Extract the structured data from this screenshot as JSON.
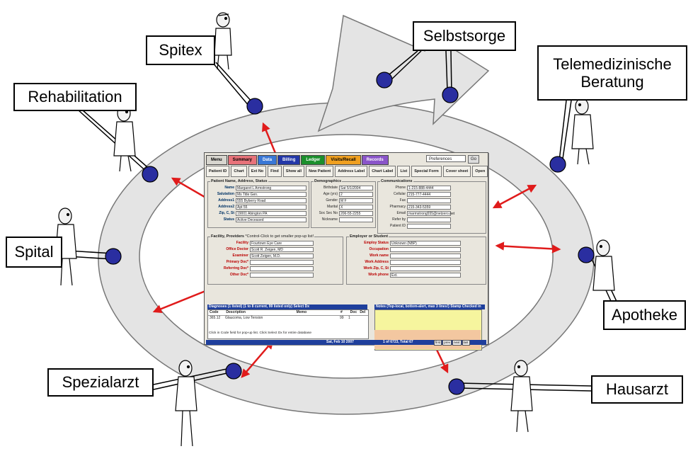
{
  "labels": {
    "spitex": "Spitex",
    "selbstsorge": "Selbstsorge",
    "telemed": "Telemedizinische\nBeratung",
    "rehabilitation": "Rehabilitation",
    "spital": "Spital",
    "apotheke": "Apotheke",
    "spezialarzt": "Spezialarzt",
    "hausarzt": "Hausarzt"
  },
  "colors": {
    "ring": "#e4e4e4",
    "node": "#2a2ea0",
    "arrow": "#e01b1b"
  },
  "app": {
    "tabs": [
      {
        "label": "Menu",
        "color": "#d8d6cf",
        "text": "#000"
      },
      {
        "label": "Summary",
        "color": "#e8737a",
        "text": "#000"
      },
      {
        "label": "Data",
        "color": "#3a78d6",
        "text": "#fff"
      },
      {
        "label": "Billing",
        "color": "#2438a8",
        "text": "#fff"
      },
      {
        "label": "Ledger",
        "color": "#1b8f2c",
        "text": "#fff"
      },
      {
        "label": "Visits/Recall",
        "color": "#f0a020",
        "text": "#000"
      },
      {
        "label": "Records",
        "color": "#8a55c9",
        "text": "#fff"
      }
    ],
    "preferences": "Preferences",
    "go": "Go",
    "toolbar": [
      "Patient ID",
      "Chart",
      "Ext No",
      "Find",
      "Show all",
      "New Patient",
      "Address Label",
      "Chart Label",
      "List",
      "Special Form",
      "Cover sheet",
      "Open"
    ],
    "sections": {
      "patient": "Patient Name, Address, Status",
      "demographics": "Demographics",
      "communications": "Communications",
      "facility": "Facility, Providers",
      "facility_note": "*Control-Click to get smaller pop-up list!",
      "employer": "Employer or Student"
    },
    "patient_fields": [
      {
        "label": "Name",
        "value": "Margaret   L  Armstrong"
      },
      {
        "label": "Salutation",
        "value": "Ms     Title       Gen."
      },
      {
        "label": "Address1",
        "value": "555 Byberry Road"
      },
      {
        "label": "Address2",
        "value": "Apt 55"
      },
      {
        "label": "Zip, C, St",
        "value": "19001   Abington   PA"
      },
      {
        "label": "Status",
        "value": "Active   Deceased"
      }
    ],
    "demo_fields": [
      {
        "label": "Birthdate",
        "value": "Sat 5/1/2004"
      },
      {
        "label": "Age (yrs)",
        "value": "2"
      },
      {
        "label": "Gender",
        "value": "M  F"
      },
      {
        "label": "Marital",
        "value": "X"
      },
      {
        "label": "Soc Sec No",
        "value": "206-55-2255"
      },
      {
        "label": "Nickname",
        "value": ""
      }
    ],
    "comm_fields": [
      {
        "label": "Phone",
        "value": "1-215-888-4444"
      },
      {
        "label": "Cellular",
        "value": "215-777-4444"
      },
      {
        "label": "Fax",
        "value": ""
      },
      {
        "label": "Pharmacy",
        "value": "215-343-5359"
      },
      {
        "label": "Email",
        "value": "marmstrong555@netzero.net"
      },
      {
        "label": "Refer by",
        "value": ""
      },
      {
        "label": "Patient ID",
        "value": ""
      }
    ],
    "provider_fields": [
      {
        "label": "Facility",
        "value": "Fourtown Eye Care"
      },
      {
        "label": "Office Doctor",
        "value": "Scott R. Zeigen, MD"
      },
      {
        "label": "Examiner",
        "value": "Scott Zeigen, M.D."
      },
      {
        "label": "Primary Doc*",
        "value": ""
      },
      {
        "label": "Referring Doc*",
        "value": ""
      },
      {
        "label": "Other Doc*",
        "value": ""
      }
    ],
    "employer_fields": [
      {
        "label": "Employ Status",
        "value": "Unknown (NBP)"
      },
      {
        "label": "Occupation",
        "value": ""
      },
      {
        "label": "Work name",
        "value": ""
      },
      {
        "label": "Work Address",
        "value": ""
      },
      {
        "label": "Work Zip, C, St",
        "value": ""
      },
      {
        "label": "Work phone",
        "value": "Ext."
      }
    ],
    "dx_header": "Diagnoses (1 listed)   (1 to 8 current, 99 listed only)      Select Dx",
    "dx_columns": [
      "Code",
      "Description",
      "Memo",
      "#",
      "Doc",
      "Del"
    ],
    "dx_row": {
      "code": "365.12",
      "desc": "Glaucoma, Low Tension",
      "num": "99",
      "doc": "1"
    },
    "notes_header": "Notes (Top-local, bottom-alert, max 3 lines!)  Stamp  Checked in",
    "dx_footer": "Click in Code field for pop-up list. Click Select Dx for entire database",
    "status_date": "Sat, Feb 10 2007",
    "status_record": "1 of 6723, Total 67",
    "nav": [
      "first",
      "prev",
      "next",
      "last"
    ]
  }
}
